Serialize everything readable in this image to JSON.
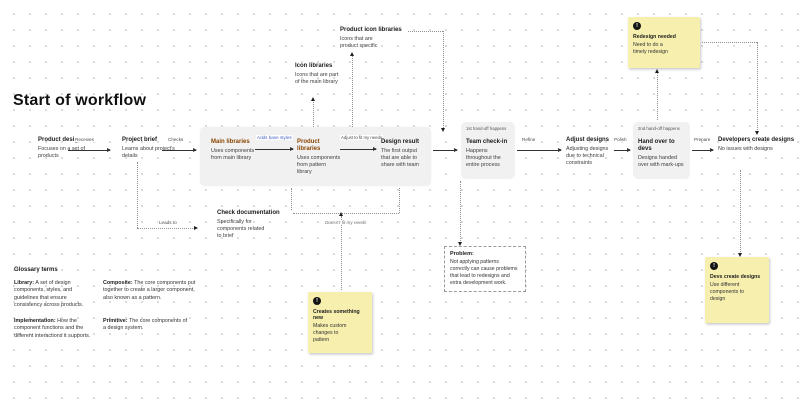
{
  "canvas": {
    "title": "Start of workflow"
  },
  "flow": {
    "product_designer": {
      "title": "Product designer",
      "body": "Focuses on a set of products"
    },
    "project_brief": {
      "title": "Project brief",
      "body": "Learns about project's details"
    },
    "main_libraries": {
      "title": "Main libraries",
      "body": "Uses components from main library"
    },
    "product_libraries": {
      "title": "Product libraries",
      "body": "Uses components from pattern library"
    },
    "design_result": {
      "title": "Design result",
      "body": "The first output that are able to share with team"
    },
    "team_checkin": {
      "tag": "1st hand-off happens",
      "title": "Team check-in",
      "body": "Happens throughout the entire process"
    },
    "adjust_designs": {
      "title": "Adjust designs",
      "body": "Adjusting designs due to technical constraints"
    },
    "hand_over": {
      "tag": "2nd hand-off happens",
      "title": "Hand over to devs",
      "body": "Designs handed over with mark-ups"
    },
    "developers_create": {
      "title": "Developers create designs",
      "body": "No issues with designs"
    }
  },
  "notes": {
    "product_icon_libraries": {
      "title": "Product icon libraries",
      "body": "Icons that are product specific"
    },
    "icon_libraries": {
      "title": "Icon libraries",
      "body": "Icons that are part of the main library"
    },
    "check_documentation": {
      "title": "Check documentation",
      "body": "Specifically for components related to brief"
    }
  },
  "labels": {
    "receives": "Receives",
    "checks": "Checks",
    "adds_base_styles": "Adds base styles",
    "adjust_to_fit": "Adjust to fit my needs",
    "refine": "Refine",
    "polish": "Polish",
    "prepare": "Prepare",
    "leads_to": "Leads to",
    "doesnt_fit": "Doesn't fit my needs"
  },
  "stickies": {
    "redesign_needed": {
      "icon": "!",
      "title": "Redesign needed",
      "body": "Need to do a timely redesign"
    },
    "creates_something_new": {
      "icon": "!",
      "title": "Creates something new",
      "body": "Makes custom changes to pattern"
    },
    "devs_create_designs": {
      "icon": "!",
      "title": "Devs create designs",
      "body": "Use different components to design"
    }
  },
  "problem": {
    "title": "Problem:",
    "body": "Not applying patterns correctly can cause problems that lead to redesigns and extra development work."
  },
  "glossary": {
    "header": "Glossary terms",
    "items": [
      {
        "term": "Library:",
        "text": "A set of design components, styles, and guidelines that ensure consistency across products."
      },
      {
        "term": "Composite:",
        "text": "The core components put together to create a larger component, also known as a pattern."
      },
      {
        "term": "Implementation:",
        "text": "How the component functions and the different interactions it supports."
      },
      {
        "term": "Primitive:",
        "text": "The core components of a design system."
      }
    ]
  },
  "colors": {
    "sticky": "#f6efae",
    "card": "#f1f1f2",
    "accent_brown": "#8a4500",
    "accent_blue": "#4a64c8"
  }
}
